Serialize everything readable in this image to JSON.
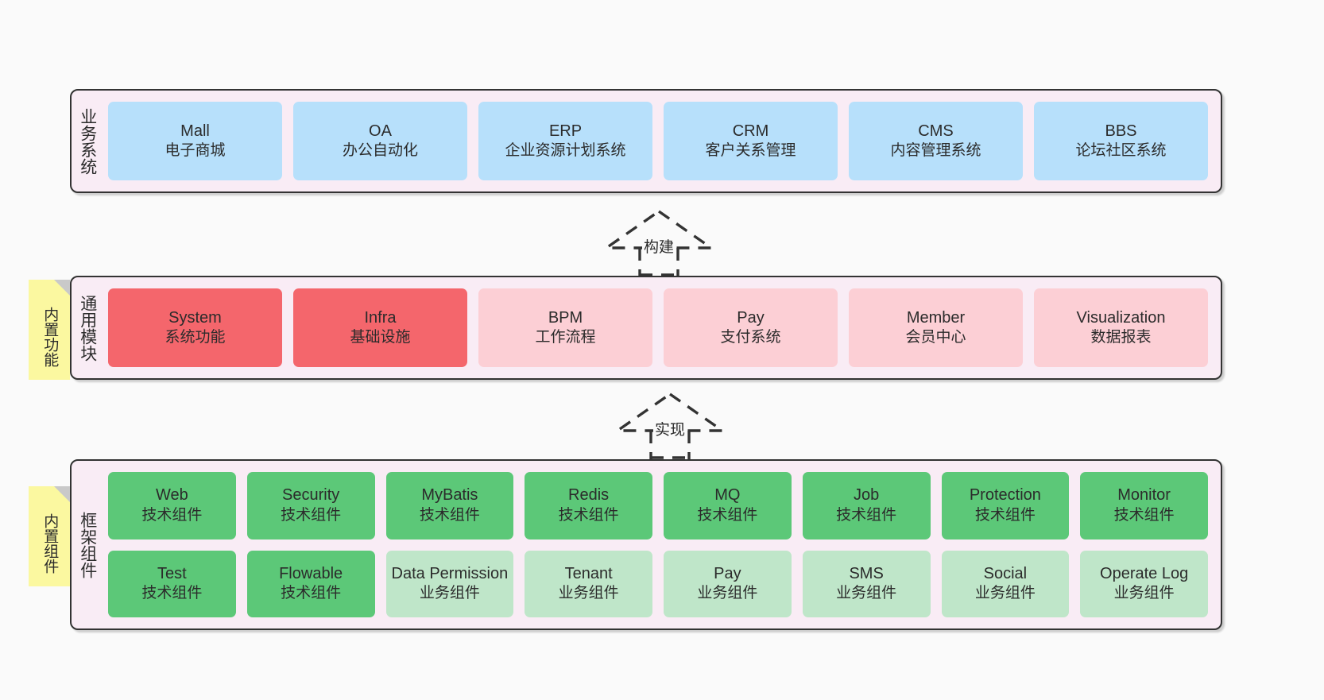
{
  "diagram": {
    "background": "#fafafa",
    "palette": {
      "layer_bg": "#f9ecf5",
      "layer_border": "#333333",
      "blue": "#b7e0fb",
      "red": "#f4666c",
      "pink": "#fccfd5",
      "green": "#5cc878",
      "light_green": "#bfe6c9",
      "note_yellow": "#fbf8a0",
      "note_fold": "#c9c9c9",
      "text": "#2b2b2b"
    }
  },
  "layers": [
    {
      "id": "business-system",
      "title": "业务系统",
      "boxes": [
        {
          "en": "Mall",
          "cn": "电子商城",
          "color": "blue"
        },
        {
          "en": "OA",
          "cn": "办公自动化",
          "color": "blue"
        },
        {
          "en": "ERP",
          "cn": "企业资源计划系统",
          "color": "blue"
        },
        {
          "en": "CRM",
          "cn": "客户关系管理",
          "color": "blue"
        },
        {
          "en": "CMS",
          "cn": "内容管理系统",
          "color": "blue"
        },
        {
          "en": "BBS",
          "cn": "论坛社区系统",
          "color": "blue"
        }
      ]
    },
    {
      "id": "common-module",
      "title": "通用模块",
      "note": "内置功能",
      "boxes": [
        {
          "en": "System",
          "cn": "系统功能",
          "color": "red"
        },
        {
          "en": "Infra",
          "cn": "基础设施",
          "color": "red"
        },
        {
          "en": "BPM",
          "cn": "工作流程",
          "color": "pink"
        },
        {
          "en": "Pay",
          "cn": "支付系统",
          "color": "pink"
        },
        {
          "en": "Member",
          "cn": "会员中心",
          "color": "pink"
        },
        {
          "en": "Visualization",
          "cn": "数据报表",
          "color": "pink"
        }
      ]
    },
    {
      "id": "framework-component",
      "title": "框架组件",
      "note": "内置组件",
      "boxes": [
        {
          "en": "Web",
          "cn": "技术组件",
          "color": "green"
        },
        {
          "en": "Security",
          "cn": "技术组件",
          "color": "green"
        },
        {
          "en": "MyBatis",
          "cn": "技术组件",
          "color": "green"
        },
        {
          "en": "Redis",
          "cn": "技术组件",
          "color": "green"
        },
        {
          "en": "MQ",
          "cn": "技术组件",
          "color": "green"
        },
        {
          "en": "Job",
          "cn": "技术组件",
          "color": "green"
        },
        {
          "en": "Protection",
          "cn": "技术组件",
          "color": "green"
        },
        {
          "en": "Monitor",
          "cn": "技术组件",
          "color": "green"
        },
        {
          "en": "Test",
          "cn": "技术组件",
          "color": "green"
        },
        {
          "en": "Flowable",
          "cn": "技术组件",
          "color": "green"
        },
        {
          "en": "Data Permission",
          "cn": "业务组件",
          "color": "light_green"
        },
        {
          "en": "Tenant",
          "cn": "业务组件",
          "color": "light_green"
        },
        {
          "en": "Pay",
          "cn": "业务组件",
          "color": "light_green"
        },
        {
          "en": "SMS",
          "cn": "业务组件",
          "color": "light_green"
        },
        {
          "en": "Social",
          "cn": "业务组件",
          "color": "light_green"
        },
        {
          "en": "Operate Log",
          "cn": "业务组件",
          "color": "light_green"
        }
      ]
    }
  ],
  "connectors": [
    {
      "id": "build",
      "label": "构建",
      "from": "common-module",
      "to": "business-system"
    },
    {
      "id": "implement",
      "label": "实现",
      "from": "framework-component",
      "to": "common-module"
    }
  ]
}
